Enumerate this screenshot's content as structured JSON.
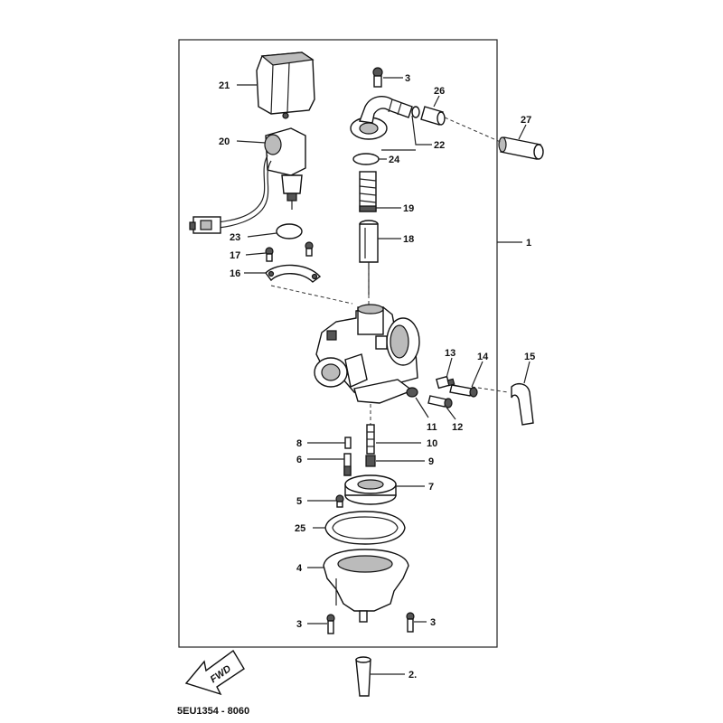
{
  "diagram": {
    "part_code": "5EU1354 - 8060",
    "fwd_label": "FWD",
    "callouts": {
      "c1": "1",
      "c2": "2.",
      "c3a": "3",
      "c3b": "3",
      "c3c": "3",
      "c4": "4",
      "c5": "5",
      "c6": "6",
      "c7": "7",
      "c8": "8",
      "c9": "9",
      "c10": "10",
      "c11": "11",
      "c12": "12",
      "c13": "13",
      "c14": "14",
      "c15": "15",
      "c16": "16",
      "c17": "17",
      "c18": "18",
      "c19": "19",
      "c20": "20",
      "c21": "21",
      "c22": "22",
      "c23": "23",
      "c24": "24",
      "c25": "25",
      "c26": "26",
      "c27": "27"
    }
  }
}
